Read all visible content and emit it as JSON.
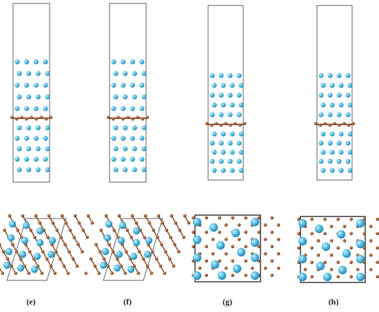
{
  "colors": {
    "cell_line": "#5a5a5a",
    "atom_blue": "#4fb8e0",
    "atom_blue_light": "#c8eefb",
    "atom_blue_dark": "#1f7fa8",
    "atom_brown": "#9a5a35",
    "atom_brown_light": "#d9a07a",
    "bond_brown": "#8a4f2c"
  },
  "panels": [
    {
      "label": "(e)"
    },
    {
      "label": "(f)"
    },
    {
      "label": "(g)"
    },
    {
      "label": "(h)"
    }
  ]
}
